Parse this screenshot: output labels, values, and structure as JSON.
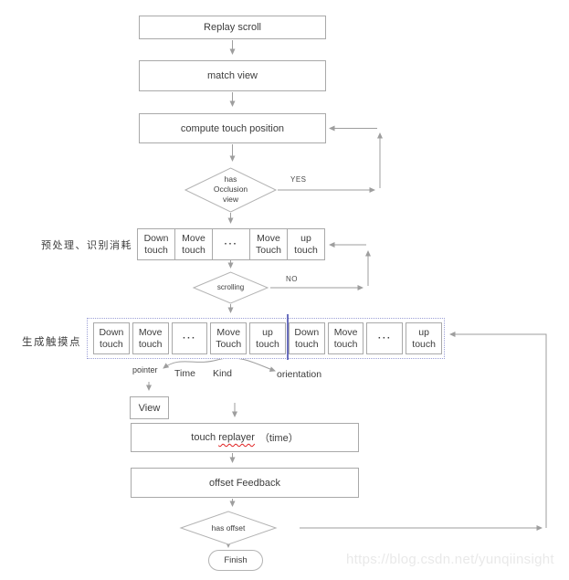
{
  "colors": {
    "box_border": "#a9a9a9",
    "diamond_border": "#b3b3b3",
    "arrow": "#9e9e9e",
    "text": "#3d3d3d",
    "dashed_group_border": "#9b9fd6",
    "group_divider_blue": "#6a6fbe",
    "squiggle_red": "#e02020",
    "watermark_gray": "#e9e9e9"
  },
  "nodes": {
    "replay_scroll": "Replay scroll",
    "match_view": "match view",
    "compute_touch_position": "compute touch position",
    "has_occlusion_view": "has\nOcclusion\nview",
    "scrolling": "scrolling",
    "view": "View",
    "touch_replayer": {
      "pre": "touch",
      "word": "replayer",
      "post": "（time）"
    },
    "offset_feedback": "offset Feedback",
    "has_offset": "has offset",
    "finish": "Finish"
  },
  "edge_labels": {
    "yes": "YES",
    "no": "NO"
  },
  "row1": {
    "label": "预处理、识别消耗",
    "cells": [
      "Down touch",
      "Move touch",
      "···",
      "Move Touch",
      "up touch"
    ]
  },
  "row2": {
    "label": "生成触摸点",
    "cells": [
      "Down touch",
      "Move touch",
      "···",
      "Move Touch",
      "up touch",
      "Down touch",
      "Move touch",
      "···",
      "up touch"
    ]
  },
  "attribute_labels": {
    "pointer": "pointer",
    "time": "Time",
    "kind": "Kind",
    "orientation": "orientation"
  },
  "watermark": "https://blog.csdn.net/yunqiinsight"
}
